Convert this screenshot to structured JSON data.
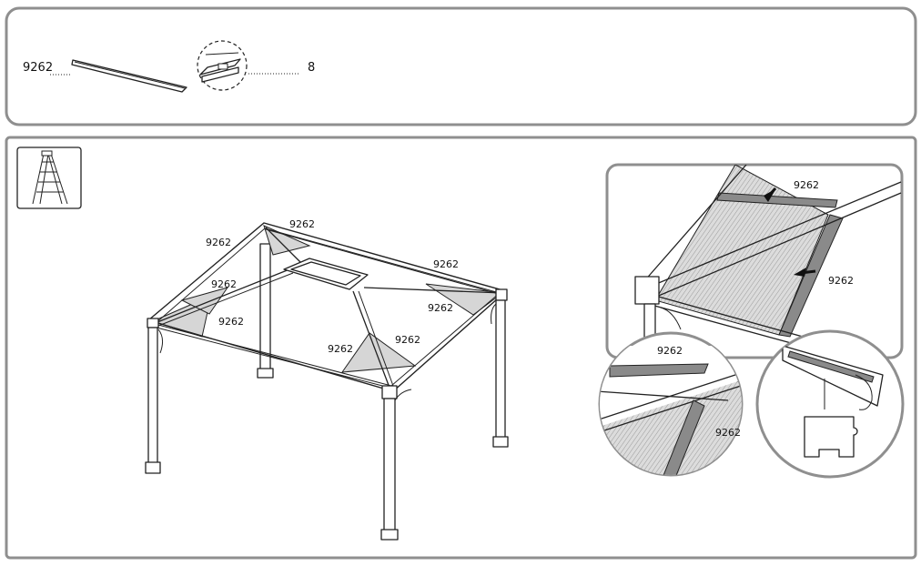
{
  "parts": {
    "profile_code": "9262",
    "profile_qty": "8"
  },
  "main_labels": [
    "9262",
    "9262",
    "9262",
    "9262",
    "9262",
    "9262",
    "9262",
    "9262"
  ],
  "detail_labels": {
    "top_strip": "9262",
    "side_strip": "9262",
    "zoom_left": "9262",
    "zoom_left_side": "9262"
  },
  "icons": {
    "ladder": "ladder-icon"
  },
  "colors": {
    "panel_border": "#8f8f8f",
    "glass_fill": "#d6d6d6",
    "strip_fill": "#8a8a8a"
  }
}
